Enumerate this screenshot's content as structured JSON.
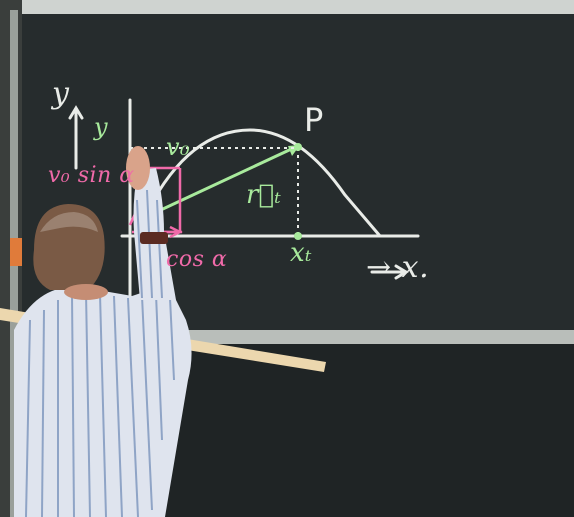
{
  "labels": {
    "y_axis": "y",
    "y_t": "y",
    "v0": "v₀",
    "point": "P",
    "v0_sin": "v₀ sin α",
    "r_t": "r⃗ₜ",
    "x_t": "xₜ",
    "x_axis": "→ x.",
    "v0_cos": "cos α"
  },
  "colors": {
    "board": "#23292a",
    "chalk_white": "#e9ece8",
    "chalk_pink": "#f06aa9",
    "chalk_green": "#a8ea9c",
    "shirt": "#dfe4ee",
    "hair": "#7a5a45"
  }
}
